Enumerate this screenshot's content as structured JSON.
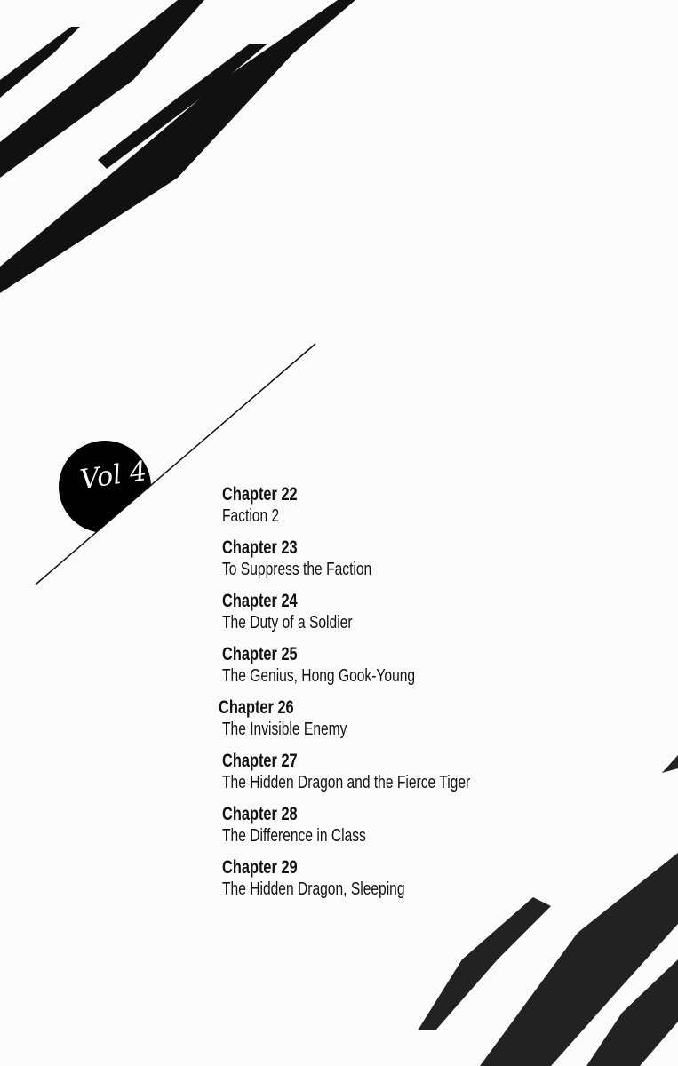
{
  "volume_label": "Vol 4",
  "chapters": [
    {
      "label": "Chapter 22",
      "title": "Faction 2"
    },
    {
      "label": "Chapter 23",
      "title": "To Suppress the Faction"
    },
    {
      "label": "Chapter 24",
      "title": "The Duty of a Soldier"
    },
    {
      "label": "Chapter 25",
      "title": "The Genius, Hong Gook-Young"
    },
    {
      "label": "Chapter 26",
      "title": "The Invisible Enemy"
    },
    {
      "label": "Chapter 27",
      "title": "The Hidden Dragon and the Fierce Tiger"
    },
    {
      "label": "Chapter 28",
      "title": "The Difference in Class"
    },
    {
      "label": "Chapter 29",
      "title": "The Hidden Dragon, Sleeping"
    }
  ]
}
